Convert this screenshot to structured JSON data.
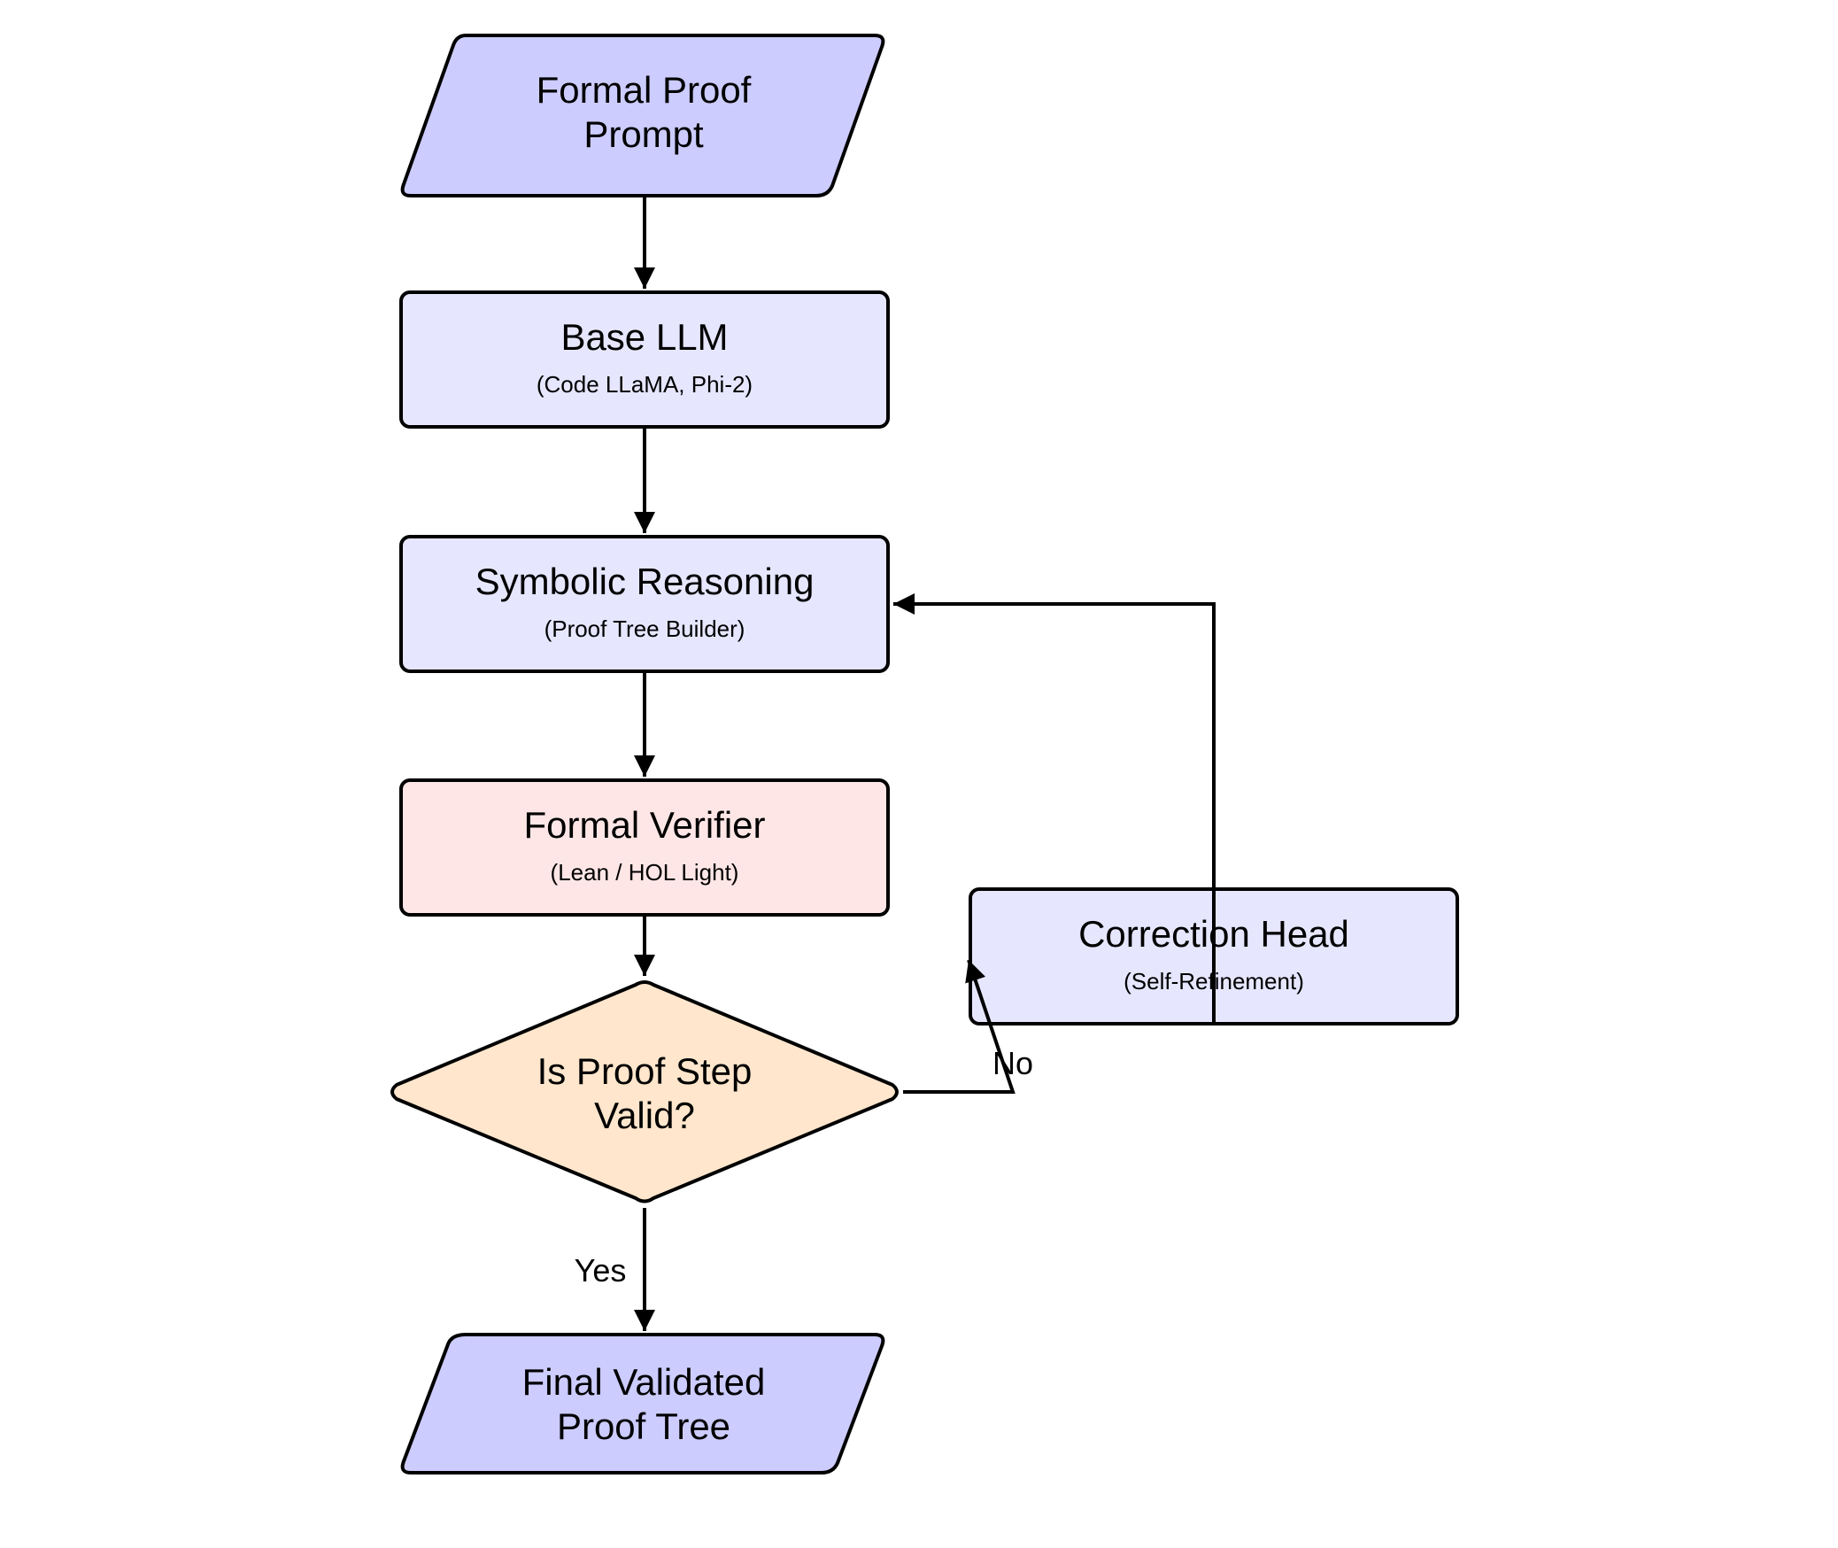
{
  "colors": {
    "io_fill": "#ccccff",
    "process_fill": "#e6e6ff",
    "verifier_fill": "#ffe6e6",
    "decision_fill": "#ffe6cc",
    "stroke": "#000000"
  },
  "nodes": {
    "prompt": {
      "line1": "Formal Proof",
      "line2": "Prompt"
    },
    "base_llm": {
      "title": "Base LLM",
      "subtitle": "(Code LLaMA, Phi-2)"
    },
    "symbolic": {
      "title": "Symbolic Reasoning",
      "subtitle": "(Proof Tree Builder)"
    },
    "verifier": {
      "title": "Formal Verifier",
      "subtitle": "(Lean / HOL Light)"
    },
    "decision": {
      "line1": "Is Proof Step",
      "line2": "Valid?"
    },
    "correction": {
      "title": "Correction Head",
      "subtitle": "(Self-Refinement)"
    },
    "final": {
      "line1": "Final Validated",
      "line2": "Proof Tree"
    }
  },
  "edges": {
    "no_label": "No",
    "yes_label": "Yes"
  }
}
